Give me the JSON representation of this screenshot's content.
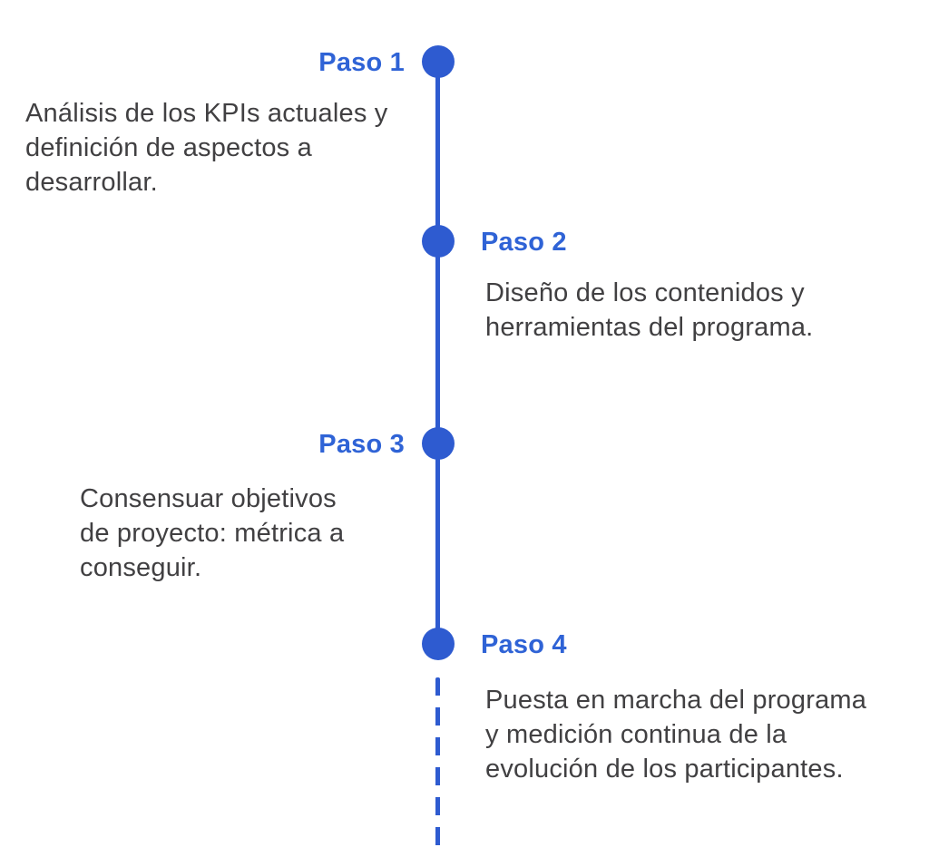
{
  "diagram": {
    "type": "vertical-timeline",
    "language": "es",
    "colors": {
      "accent_blue": "#2e5bd0",
      "label_blue": "#2f63d6",
      "body_text_gray": "#414042",
      "background": "#ffffff"
    },
    "line": {
      "solid_segment": "Paso 1 to Paso 4",
      "dashed_segment": "below Paso 4 (continues)"
    },
    "steps": [
      {
        "label": "Paso 1",
        "side": "left",
        "description": "Análisis de los KPIs actuales y definición de aspectos a desarrollar.",
        "lines": [
          "Análisis de los KPIs actuales y",
          "definición de aspectos a",
          "desarrollar."
        ]
      },
      {
        "label": "Paso 2",
        "side": "right",
        "description": "Diseño de los contenidos y herramientas del programa.",
        "lines": [
          "Diseño de los contenidos y",
          "herramientas del programa."
        ]
      },
      {
        "label": "Paso 3",
        "side": "left",
        "description": "Consensuar objetivos de proyecto: métrica a conseguir.",
        "lines": [
          "Consensuar objetivos",
          "de proyecto: métrica a",
          "conseguir."
        ]
      },
      {
        "label": "Paso 4",
        "side": "right",
        "description": "Puesta en marcha del programa y medición continua de la evolución de los participantes.",
        "lines": [
          "Puesta en marcha del programa",
          "y medición continua de la",
          "evolución de los participantes."
        ]
      }
    ]
  }
}
